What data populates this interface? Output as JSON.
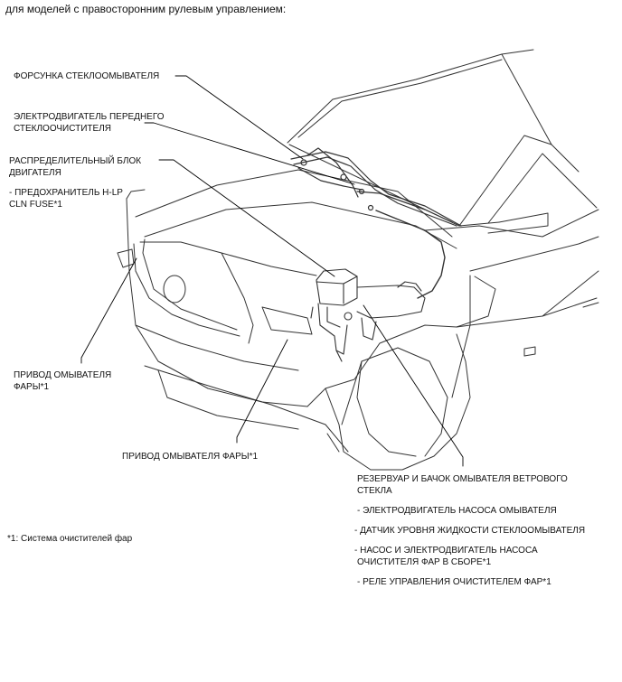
{
  "header": "для моделей с правосторонним рулевым управлением:",
  "labels": {
    "washer_nozzle": "ФОРСУНКА СТЕКЛООМЫВАТЕЛЯ",
    "wiper_motor_1": "ЭЛЕКТРОДВИГАТЕЛЬ ПЕРЕДНЕГО",
    "wiper_motor_2": "СТЕКЛООЧИСТИТЕЛЯ",
    "relay_block_1": "РАСПРЕДЕЛИТЕЛЬНЫЙ БЛОК",
    "relay_block_2": "ДВИГАТЕЛЯ",
    "fuse_1": "- ПРЕДОХРАНИТЕЛЬ H-LP",
    "fuse_2": "CLN FUSE*1",
    "hl_actuator_left_1": "ПРИВОД ОМЫВАТЕЛЯ",
    "hl_actuator_left_2": "ФАРЫ*1",
    "hl_actuator_center": "ПРИВОД ОМЫВАТЕЛЯ ФАРЫ*1",
    "reservoir_1": "РЕЗЕРВУАР И БАЧОК ОМЫВАТЕЛЯ ВЕТРОВОГО",
    "reservoir_2": "СТЕКЛА",
    "pump_motor": "- ЭЛЕКТРОДВИГАТЕЛЬ НАСОСА ОМЫВАТЕЛЯ",
    "level_sensor": "- ДАТЧИК УРОВНЯ ЖИДКОСТИ СТЕКЛООМЫВАТЕЛЯ",
    "hl_pump_1": "- НАСОС И ЭЛЕКТРОДВИГАТЕЛЬ НАСОСА",
    "hl_pump_2": "ОЧИСТИТЕЛЯ ФАР В СБОРЕ*1",
    "hl_relay": "- РЕЛЕ УПРАВЛЕНИЯ ОЧИСТИТЕЛЕМ ФАР*1"
  },
  "footnote": "*1: Система очистителей фар"
}
